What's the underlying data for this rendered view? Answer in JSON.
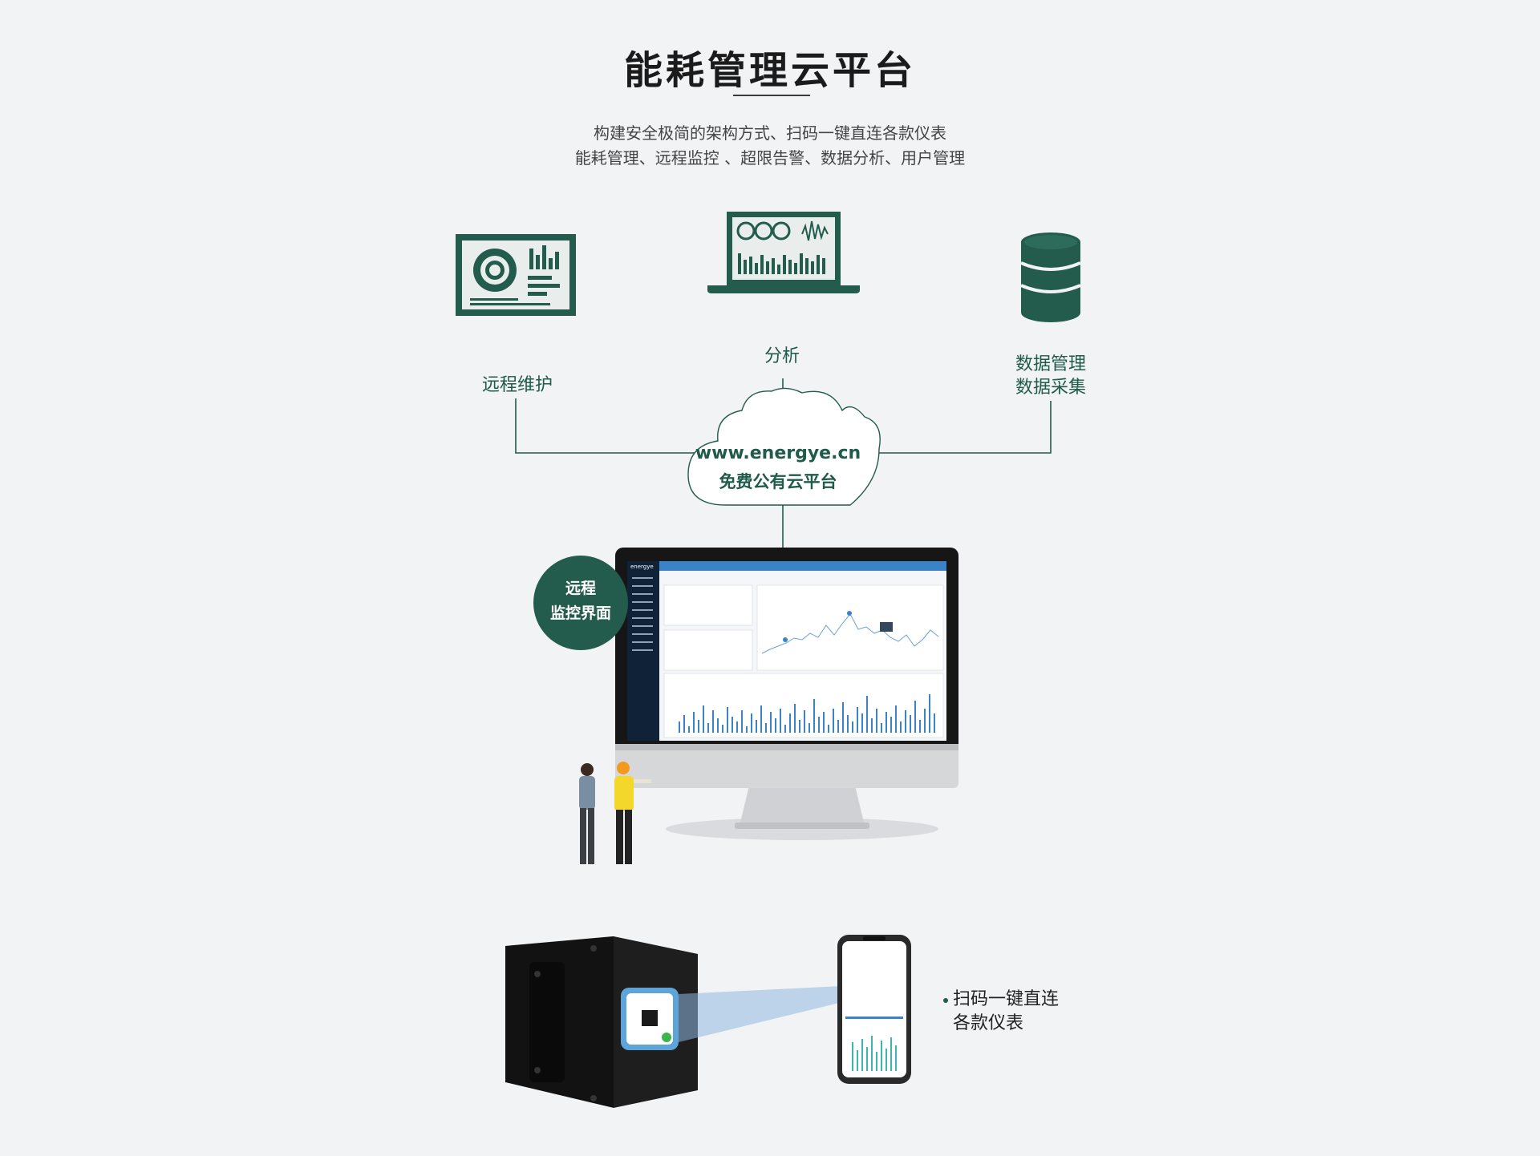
{
  "header": {
    "title": "能耗管理云平台",
    "subtitle_line1": "构建安全极简的架构方式、扫码一键直连各款仪表",
    "subtitle_line2": "能耗管理、远程监控 、超限告警、数据分析、用户管理"
  },
  "nodes": {
    "remote_maintenance": "远程维护",
    "analysis": "分析",
    "data_management": "数据管理",
    "data_collection": "数据采集"
  },
  "cloud": {
    "url": "www.energye.cn",
    "label": "免费公有云平台"
  },
  "badge": {
    "line1": "远程",
    "line2": "监控界面"
  },
  "monitor": {
    "brand": "energye"
  },
  "scan": {
    "line1": "扫码一键直连",
    "line2": "各款仪表"
  },
  "colors": {
    "brand_green": "#235b4c",
    "accent_blue": "#3b83c6",
    "background": "#f2f3f5"
  }
}
